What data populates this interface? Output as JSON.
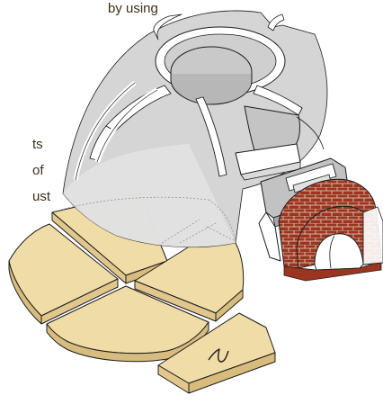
{
  "text_fragments": [
    "by using",
    "ts",
    "of",
    "ust"
  ],
  "colors": {
    "text": "#3e2d17",
    "dome_fill": "#d1d1d1",
    "dome_rim": "#ffffff",
    "panel_fill": "#c4c4c4",
    "outline": "#1c1c1c",
    "floor_top": "#f0dca6",
    "floor_side": "#d8bc7e",
    "brick": "#9c3520",
    "mortar": "#e8d7c8",
    "dashed": "#8a8a8a"
  },
  "icons": {
    "break_mark": "squiggle-break-icon"
  }
}
